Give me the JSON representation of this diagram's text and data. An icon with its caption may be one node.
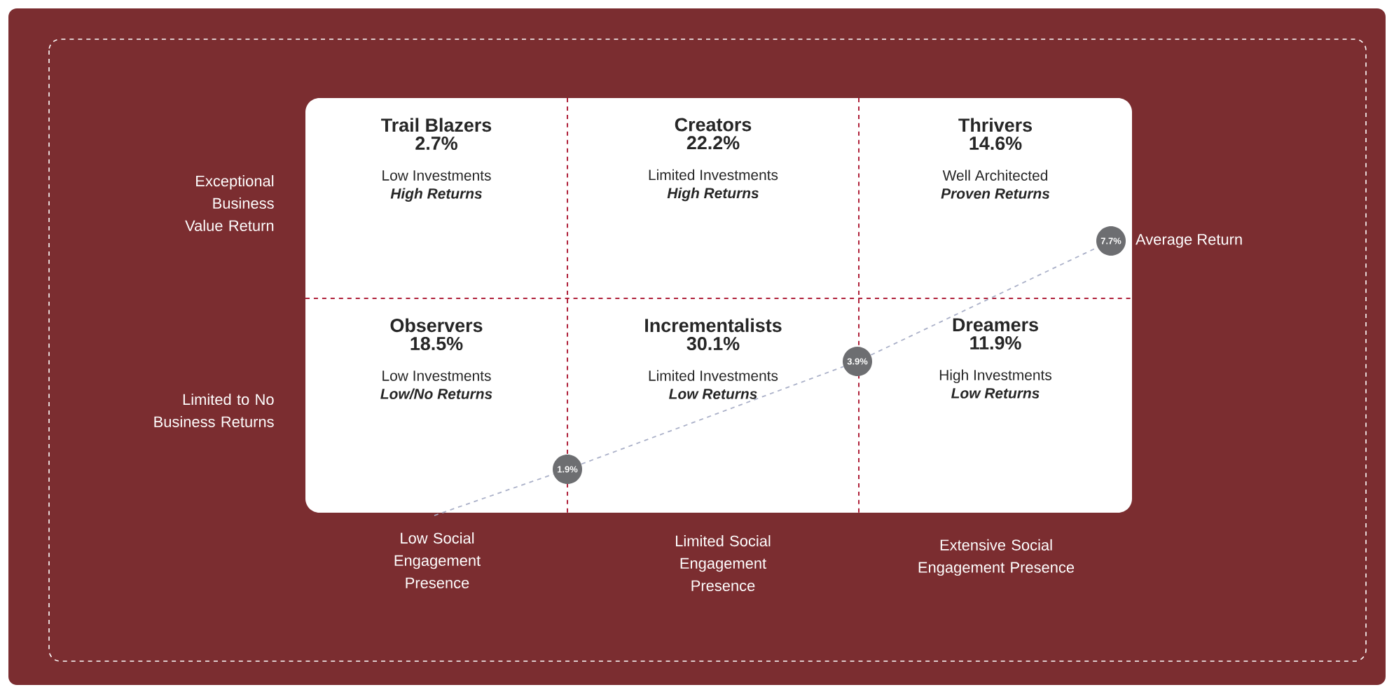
{
  "diagram": {
    "nodes": [
      {
        "text": [
          "Trail Blazers",
          "2.7%",
          "Low Investments",
          "High Returns"
        ]
      },
      {
        "text": [
          "Creators",
          "22.2%",
          "Limited Investments",
          "High Returns"
        ]
      },
      {
        "text": [
          "Thrivers",
          "14.6%",
          "Well Architected",
          "Proven Returns"
        ]
      },
      {
        "text": [
          "Observers",
          "18.5%",
          "Low Investments",
          "Low/No Returns"
        ]
      },
      {
        "text": [
          "Incrementalists",
          "30.1%",
          "Limited Investments",
          "Low Returns"
        ]
      },
      {
        "text": [
          "Dreamers",
          "11.9%",
          "High Investments",
          "Low Returns"
        ]
      },
      {
        "text": [
          "1.9%"
        ]
      },
      {
        "text": [
          "3.9%"
        ]
      },
      {
        "text": [
          "7.7%"
        ],
        "beside": [
          "Average Return"
        ]
      }
    ],
    "edges": [
      {
        "from": null,
        "to": 6,
        "arrow": "none",
        "style": "dashed"
      },
      {
        "from": 6,
        "to": 7,
        "arrow": "none",
        "style": "dashed"
      },
      {
        "from": 7,
        "to": 8,
        "arrow": "none",
        "style": "dashed"
      }
    ],
    "labels": [
      "Exceptional Business Value Return",
      "Limited to No Business Returns",
      "Low Social Engagement Presence",
      "Limited Social Engagement Presence",
      "Extensive Social Engagement Presence"
    ]
  }
}
